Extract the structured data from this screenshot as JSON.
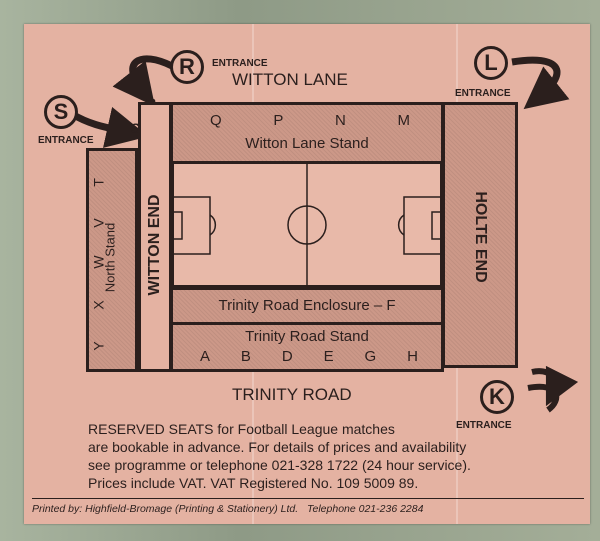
{
  "roads": {
    "top": "WITTON LANE",
    "bottom": "TRINITY ROAD"
  },
  "entrances": {
    "r": {
      "letter": "R",
      "word": "ENTRANCE"
    },
    "l": {
      "letter": "L",
      "word": "ENTRANCE"
    },
    "s": {
      "letter": "S",
      "word": "ENTRANCE"
    },
    "k": {
      "letter": "K",
      "word": "ENTRANCE"
    }
  },
  "corners": {
    "r": "R",
    "s": "S",
    "l": "L",
    "k": "K"
  },
  "witton_lane_stand": {
    "name": "Witton Lane Stand",
    "blocks": [
      "Q",
      "P",
      "N",
      "M"
    ]
  },
  "north_stand": {
    "name": "North Stand",
    "blocks": [
      "T",
      "V",
      "W",
      "X",
      "Y"
    ]
  },
  "witton_end": "WITTON END",
  "holte_end": "HOLTE END",
  "trinity_enclosure": "Trinity Road Enclosure – F",
  "trinity_stand": {
    "name": "Trinity Road Stand",
    "blocks": [
      "A",
      "B",
      "D",
      "E",
      "G",
      "H"
    ]
  },
  "notes": [
    "RESERVED SEATS for Football League matches",
    "are bookable in advance.  For details of prices and availability",
    "see programme or telephone 021-328 1722 (24 hour service).",
    "Prices include VAT.    VAT Registered No. 109 5009 89."
  ],
  "footer": {
    "printer": "Printed by: Highfield-Bromage (Printing & Stationery) Ltd.",
    "telephone": "Telephone  021-236 2284"
  },
  "colors": {
    "ticket": "#e4b2a2",
    "ink": "#2b1f1d"
  }
}
